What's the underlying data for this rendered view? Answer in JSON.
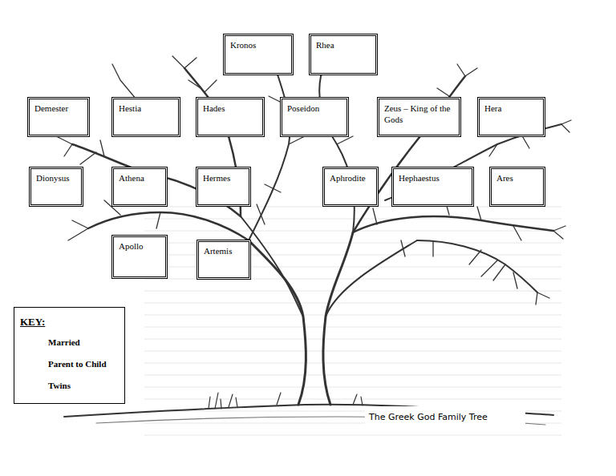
{
  "diagram": {
    "caption": "The Greek God Family Tree",
    "nodes": [
      {
        "text": [
          "Kronos"
        ]
      },
      {
        "text": [
          "Rhea"
        ]
      },
      {
        "text": [
          "Demester"
        ]
      },
      {
        "text": [
          "Hestia"
        ]
      },
      {
        "text": [
          "Hades"
        ]
      },
      {
        "text": [
          "Poseidon"
        ]
      },
      {
        "text": [
          "Zeus – King of the Gods"
        ]
      },
      {
        "text": [
          "Hera"
        ]
      },
      {
        "text": [
          "Dionysus"
        ]
      },
      {
        "text": [
          "Athena"
        ]
      },
      {
        "text": [
          "Hermes"
        ]
      },
      {
        "text": [
          "Aphrodite"
        ]
      },
      {
        "text": [
          "Hephaestus"
        ]
      },
      {
        "text": [
          "Ares"
        ]
      },
      {
        "text": [
          "Apollo"
        ]
      },
      {
        "text": [
          "Artemis"
        ]
      }
    ],
    "labels": [
      "KEY:"
    ],
    "legend": [
      {
        "text": "Married"
      },
      {
        "text": "Parent to Child"
      },
      {
        "text": "Twins"
      }
    ]
  }
}
